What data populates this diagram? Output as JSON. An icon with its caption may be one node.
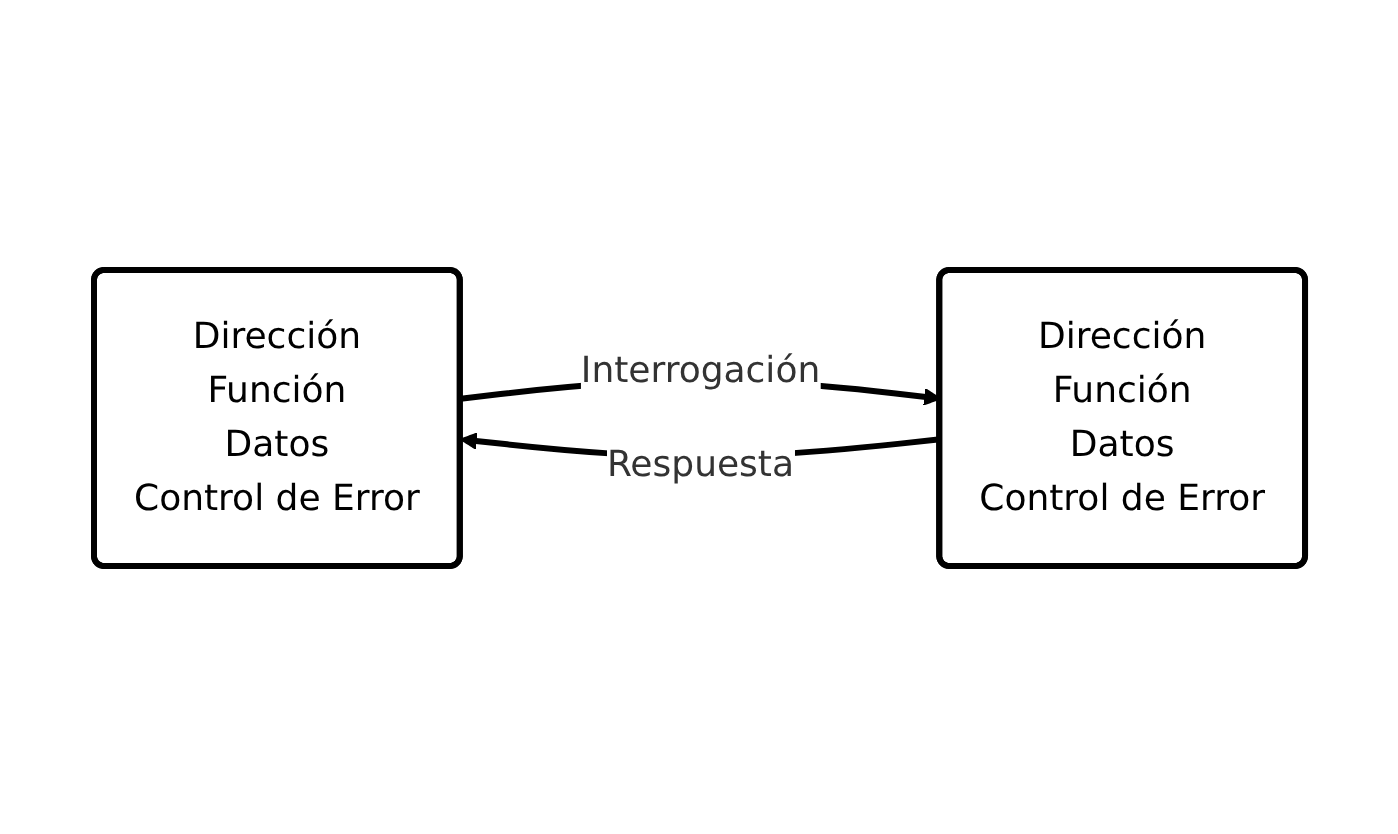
{
  "diagram": {
    "nodes": [
      {
        "text": [
          "Dirección",
          "Función",
          "Datos",
          "Control de Error"
        ]
      },
      {
        "text": [
          "Dirección",
          "Función",
          "Datos",
          "Control de Error"
        ]
      }
    ],
    "edges": [
      {
        "from": 0,
        "to": 1,
        "arrow": "to",
        "label": "Interrogación"
      },
      {
        "from": 1,
        "to": 0,
        "arrow": "to",
        "label": "Respuesta"
      }
    ]
  }
}
